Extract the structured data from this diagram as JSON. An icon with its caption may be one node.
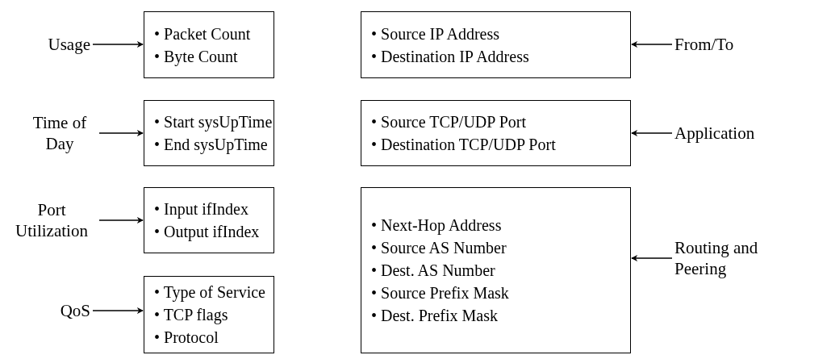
{
  "diagram": {
    "nodes": [
      {
        "text": [
          "Usage"
        ]
      },
      {
        "text": [
          "• Packet Count",
          "• Byte Count"
        ]
      },
      {
        "text": [
          "• Source IP Address",
          "• Destination IP Address"
        ]
      },
      {
        "text": [
          "From/To"
        ]
      },
      {
        "text": [
          "Time of Day"
        ]
      },
      {
        "text": [
          "• Start sysUpTime",
          "• End sysUpTime"
        ]
      },
      {
        "text": [
          "• Source TCP/UDP Port",
          "• Destination TCP/UDP Port"
        ]
      },
      {
        "text": [
          "Application"
        ]
      },
      {
        "text": [
          "Port Utilization"
        ]
      },
      {
        "text": [
          "• Input ifIndex",
          "• Output ifIndex"
        ]
      },
      {
        "text": [
          "• Next-Hop Address",
          "• Source AS Number",
          "• Dest. AS Number",
          "• Source Prefix Mask",
          "• Dest. Prefix Mask"
        ]
      },
      {
        "text": [
          "QoS"
        ]
      },
      {
        "text": [
          "• Type of Service",
          "• TCP flags",
          "• Protocol"
        ]
      },
      {
        "text": [
          "Routing and Peering"
        ]
      }
    ],
    "edges": [
      {
        "from": 0,
        "to": 1,
        "arrow": "to"
      },
      {
        "from": 3,
        "to": 2,
        "arrow": "to"
      },
      {
        "from": 4,
        "to": 5,
        "arrow": "to"
      },
      {
        "from": 7,
        "to": 6,
        "arrow": "to"
      },
      {
        "from": 8,
        "to": 9,
        "arrow": "to"
      },
      {
        "from": 11,
        "to": 12,
        "arrow": "to"
      },
      {
        "from": 13,
        "to": 10,
        "arrow": "to"
      }
    ]
  }
}
